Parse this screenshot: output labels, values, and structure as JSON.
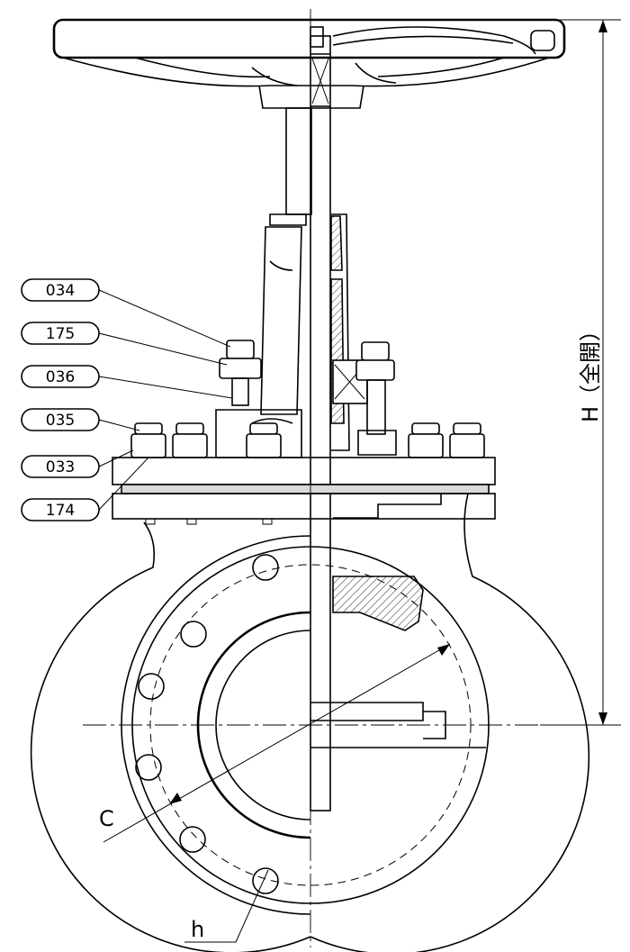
{
  "drawing": {
    "part_labels": [
      "034",
      "175",
      "036",
      "035",
      "033",
      "174"
    ],
    "dimensions": {
      "height_label": "H（全開）",
      "pcd_label": "C",
      "hole_label": "h"
    }
  }
}
